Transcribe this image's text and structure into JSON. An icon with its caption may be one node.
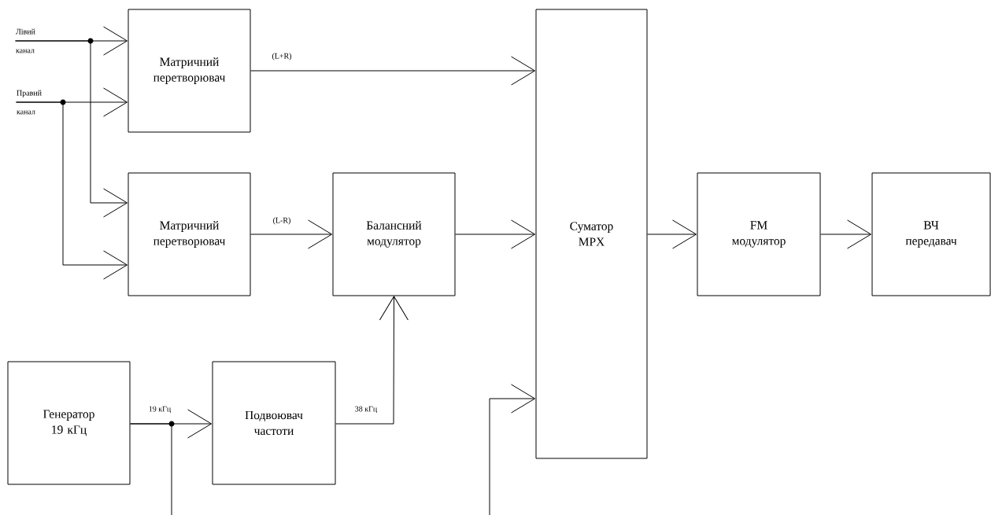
{
  "diagram": {
    "nodes": [
      {
        "text": [
          "Лівий канал"
        ]
      },
      {
        "text": [
          "Правий канал"
        ]
      },
      {
        "text": [
          "Матричний перетворювач"
        ]
      },
      {
        "text": [
          "Матричний перетворювач"
        ]
      },
      {
        "text": [
          "Балансний модулятор"
        ]
      },
      {
        "text": [
          "Суматор MPX"
        ]
      },
      {
        "text": [
          "FM модулятор"
        ]
      },
      {
        "text": [
          "ВЧ передавач"
        ]
      },
      {
        "text": [
          "Генератор 19 кГц"
        ]
      },
      {
        "text": [
          "Подвоювач частоти"
        ]
      }
    ],
    "edges": [
      {
        "from": 0,
        "to": 2,
        "arrow": "to"
      },
      {
        "from": 0,
        "to": 3,
        "arrow": "to"
      },
      {
        "from": 1,
        "to": 2,
        "arrow": "to"
      },
      {
        "from": 1,
        "to": 3,
        "arrow": "to"
      },
      {
        "from": 2,
        "to": 5,
        "arrow": "to",
        "label": "(L+R)"
      },
      {
        "from": 3,
        "to": 4,
        "arrow": "to",
        "label": "(L-R)"
      },
      {
        "from": 4,
        "to": 5,
        "arrow": "to"
      },
      {
        "from": 5,
        "to": 6,
        "arrow": "to"
      },
      {
        "from": 6,
        "to": 7,
        "arrow": "to"
      },
      {
        "from": 8,
        "to": 9,
        "arrow": "to",
        "label": "19 кГц"
      },
      {
        "from": 9,
        "to": 4,
        "arrow": "to",
        "label": "38 кГц"
      },
      {
        "from": 8,
        "to": null,
        "arrow": "none"
      },
      {
        "from": null,
        "to": 5,
        "arrow": "to"
      }
    ]
  }
}
